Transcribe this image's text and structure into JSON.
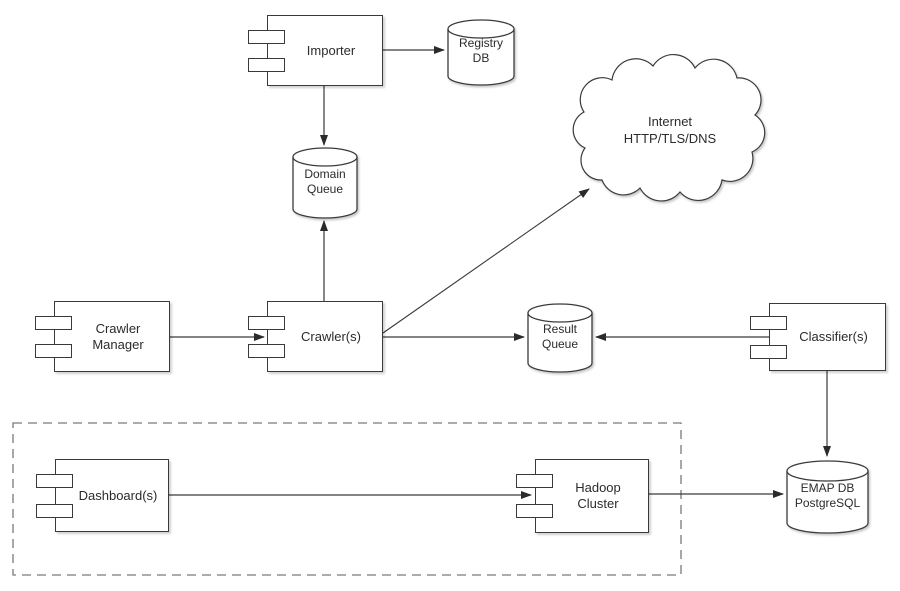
{
  "diagram": {
    "title": "crawler-system-architecture",
    "colors": {
      "background": "#ffffff",
      "line": "#3a3a3a",
      "boundary_dash": "#7a7a7a",
      "text": "#2b2b2b"
    },
    "nodes": {
      "importer": {
        "type": "component",
        "label": "Importer"
      },
      "registry_db": {
        "type": "database",
        "line1": "Registry",
        "line2": "DB"
      },
      "domain_queue": {
        "type": "database",
        "line1": "Domain",
        "line2": "Queue"
      },
      "internet": {
        "type": "cloud",
        "line1": "Internet",
        "line2": "HTTP/TLS/DNS"
      },
      "crawler_manager": {
        "type": "component",
        "line1": "Crawler",
        "line2": "Manager"
      },
      "crawlers": {
        "type": "component",
        "label": "Crawler(s)"
      },
      "result_queue": {
        "type": "database",
        "line1": "Result",
        "line2": "Queue"
      },
      "classifiers": {
        "type": "component",
        "label": "Classifier(s)"
      },
      "dashboards": {
        "type": "component",
        "label": "Dashboard(s)"
      },
      "hadoop_cluster": {
        "type": "component",
        "line1": "Hadoop",
        "line2": "Cluster"
      },
      "emap_db": {
        "type": "database",
        "line1": "EMAP DB",
        "line2": "PostgreSQL"
      }
    },
    "edges": [
      {
        "from": "importer",
        "to": "registry_db"
      },
      {
        "from": "importer",
        "to": "domain_queue"
      },
      {
        "from": "crawlers",
        "to": "domain_queue"
      },
      {
        "from": "crawler_manager",
        "to": "crawlers"
      },
      {
        "from": "crawlers",
        "to": "internet"
      },
      {
        "from": "crawlers",
        "to": "result_queue"
      },
      {
        "from": "classifiers",
        "to": "result_queue"
      },
      {
        "from": "classifiers",
        "to": "emap_db"
      },
      {
        "from": "dashboards",
        "to": "hadoop_cluster"
      },
      {
        "from": "hadoop_cluster",
        "to": "emap_db"
      }
    ],
    "boundary": {
      "contains": [
        "dashboards",
        "hadoop_cluster"
      ]
    }
  }
}
